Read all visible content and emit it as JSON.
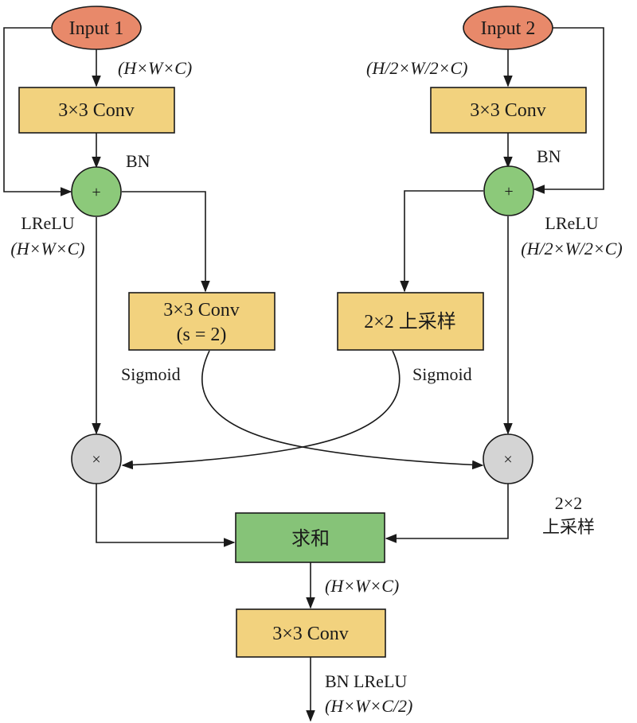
{
  "nodes": {
    "input1": "Input 1",
    "input2": "Input 2",
    "conv_left": "3×3 Conv",
    "conv_right": "3×3 Conv",
    "conv_stride_line1": "3×3 Conv",
    "conv_stride_line2": "(s = 2)",
    "upsample_box": "2×2 上采样",
    "sum": "求和",
    "conv_bottom": "3×3 Conv",
    "add_symbol": "+",
    "mul_symbol": "×"
  },
  "labels": {
    "shape_left_top": "(H×W×C)",
    "shape_right_top": "(H/2×W/2×C)",
    "bn_left": "BN",
    "bn_right": "BN",
    "lrelu_left": "LReLU",
    "shape_left_mid": "(H×W×C)",
    "lrelu_right": "LReLU",
    "shape_right_mid": "(H/2×W/2×C)",
    "sigmoid_left": "Sigmoid",
    "sigmoid_right": "Sigmoid",
    "upsample_label_line1": "2×2",
    "upsample_label_line2": "上采样",
    "shape_after_sum": "(H×W×C)",
    "bn_lrelu_bottom": "BN LReLU",
    "shape_output": "(H×W×C/2)"
  },
  "colors": {
    "input_fill": "#E8896A",
    "conv_fill": "#F2D27E",
    "add_fill": "#8CC97A",
    "mul_fill": "#D4D4D4",
    "sum_fill": "#86C378"
  }
}
